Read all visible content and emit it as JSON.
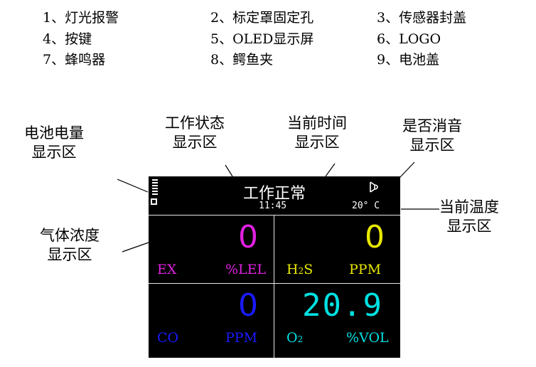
{
  "legend": [
    {
      "label": "1、灯光报警"
    },
    {
      "label": "2、标定罩固定孔"
    },
    {
      "label": "3、传感器封盖"
    },
    {
      "label": "4、按键"
    },
    {
      "label": "5、OLED显示屏"
    },
    {
      "label": "6、LOGO"
    },
    {
      "label": "7、蜂鸣器"
    },
    {
      "label": "8、鳄鱼夹"
    },
    {
      "label": "9、电池盖"
    }
  ],
  "callouts": {
    "battery": {
      "line1": "电池电量",
      "line2": "显示区"
    },
    "work_state": {
      "line1": "工作状态",
      "line2": "显示区"
    },
    "current_time": {
      "line1": "当前时间",
      "line2": "显示区"
    },
    "mute": {
      "line1": "是否消音",
      "line2": "显示区"
    },
    "temperature": {
      "line1": "当前温度",
      "line2": "显示区"
    },
    "gas": {
      "line1": "气体浓度",
      "line2": "显示区"
    }
  },
  "screen": {
    "status": "工作正常",
    "time": "11:45",
    "temperature": "20° C"
  },
  "gases": [
    {
      "name": "EX",
      "unit": "%LEL",
      "value": "0",
      "color": "#e020e0"
    },
    {
      "name": "H",
      "name_sub": "2",
      "name_suffix": "S",
      "unit": "PPM",
      "value": "0",
      "color": "#e8e800"
    },
    {
      "name": "CO",
      "unit": "PPM",
      "value": "0",
      "color": "#1a1aff"
    },
    {
      "name": "O",
      "name_sub": "2",
      "name_suffix": "",
      "unit": "%VOL",
      "value": "20.9",
      "color": "#00e0e0"
    }
  ]
}
